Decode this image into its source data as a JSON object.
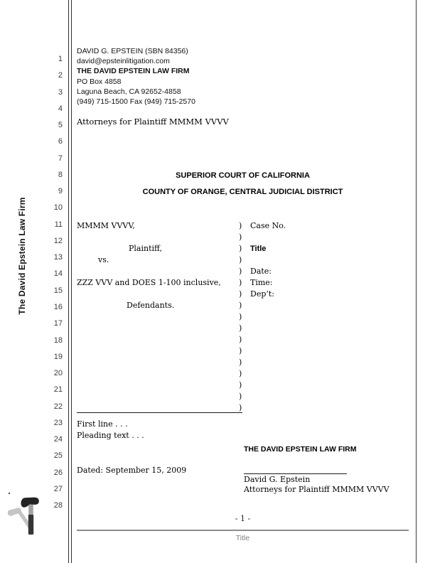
{
  "side": {
    "firm_vertical": "The David Epstein Law Firm",
    "line_numbers": [
      "1",
      "2",
      "3",
      "4",
      "5",
      "6",
      "7",
      "8",
      "9",
      "10",
      "11",
      "12",
      "13",
      "14",
      "15",
      "16",
      "17",
      "18",
      "19",
      "20",
      "21",
      "22",
      "23",
      "24",
      "25",
      "26",
      "27",
      "28"
    ]
  },
  "attorney_block": {
    "lines": [
      {
        "text": "DAVID G. EPSTEIN (SBN 84356)",
        "bold": false
      },
      {
        "text": "david@epsteinlitigation.com",
        "bold": false
      },
      {
        "text": "THE DAVID EPSTEIN LAW FIRM",
        "bold": true
      },
      {
        "text": "PO Box 4858",
        "bold": false
      },
      {
        "text": "Laguna Beach, CA 92652-4858",
        "bold": false
      },
      {
        "text": "(949) 715-1500 Fax (949) 715-2570",
        "bold": false
      }
    ],
    "attorneys_for": "Attorneys for Plaintiff MMMM VVVV"
  },
  "court_header": {
    "line1": "SUPERIOR COURT OF CALIFORNIA",
    "line2": "COUNTY OF ORANGE, CENTRAL JUDICIAL DISTRICT"
  },
  "caption": {
    "left_rows": [
      {
        "text": "MMMM VVVV,",
        "indent": 0
      },
      {
        "text": "",
        "indent": 0
      },
      {
        "text": "Plaintiff,",
        "indent": 73
      },
      {
        "text": "vs.",
        "indent": 30
      },
      {
        "text": "",
        "indent": 0
      },
      {
        "text": "ZZZ VVV and DOES 1-100 inclusive,",
        "indent": 0
      },
      {
        "text": "",
        "indent": 0
      },
      {
        "text": "Defendants.",
        "indent": 70
      }
    ],
    "parens": [
      ")",
      ")",
      ")",
      ")",
      ")",
      ")",
      ")",
      ")",
      ")",
      ")",
      ")",
      ")",
      ")",
      ")",
      ")",
      ")",
      ")"
    ],
    "right_rows": [
      {
        "text": "Case No.",
        "bold": false
      },
      {
        "text": "",
        "bold": false
      },
      {
        "text": "Title",
        "bold": true
      },
      {
        "text": "",
        "bold": false
      },
      {
        "text": "Date:",
        "bold": false
      },
      {
        "text": "Time:",
        "bold": false
      },
      {
        "text": "Dep’t:",
        "bold": false
      }
    ]
  },
  "body": {
    "lines": [
      "First line . . .",
      "Pleading text . . ."
    ],
    "signature_firm": "THE DAVID EPSTEIN LAW FIRM",
    "dated": "Dated: September 15, 2009",
    "signer_name": "David G. Epstein",
    "signer_title": "Attorneys for Plaintiff MMMM VVVV"
  },
  "footer": {
    "page_number": "- 1 -",
    "doc_title": "Title"
  },
  "colors": {
    "margin_rule": "#2e2e2e",
    "footer_rule": "#8c8c8c",
    "footer_text": "#7f7f7f",
    "line_number_text": "#3c3c3c"
  }
}
